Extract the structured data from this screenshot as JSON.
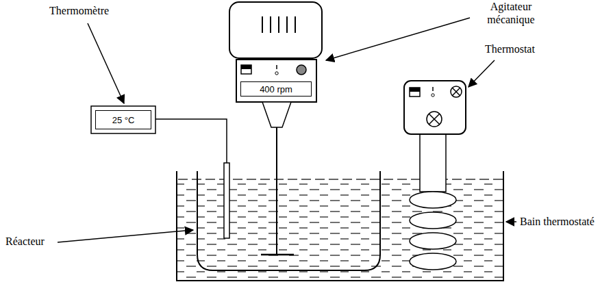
{
  "diagram": {
    "nodes": [
      {
        "text": [
          "25 °C"
        ]
      },
      {
        "text": [
          "400 rpm"
        ]
      }
    ],
    "labels": [
      "Thermomètre",
      "Agitateur mécanique",
      "Thermostat",
      "Réacteur",
      "Bain thermostaté"
    ]
  }
}
